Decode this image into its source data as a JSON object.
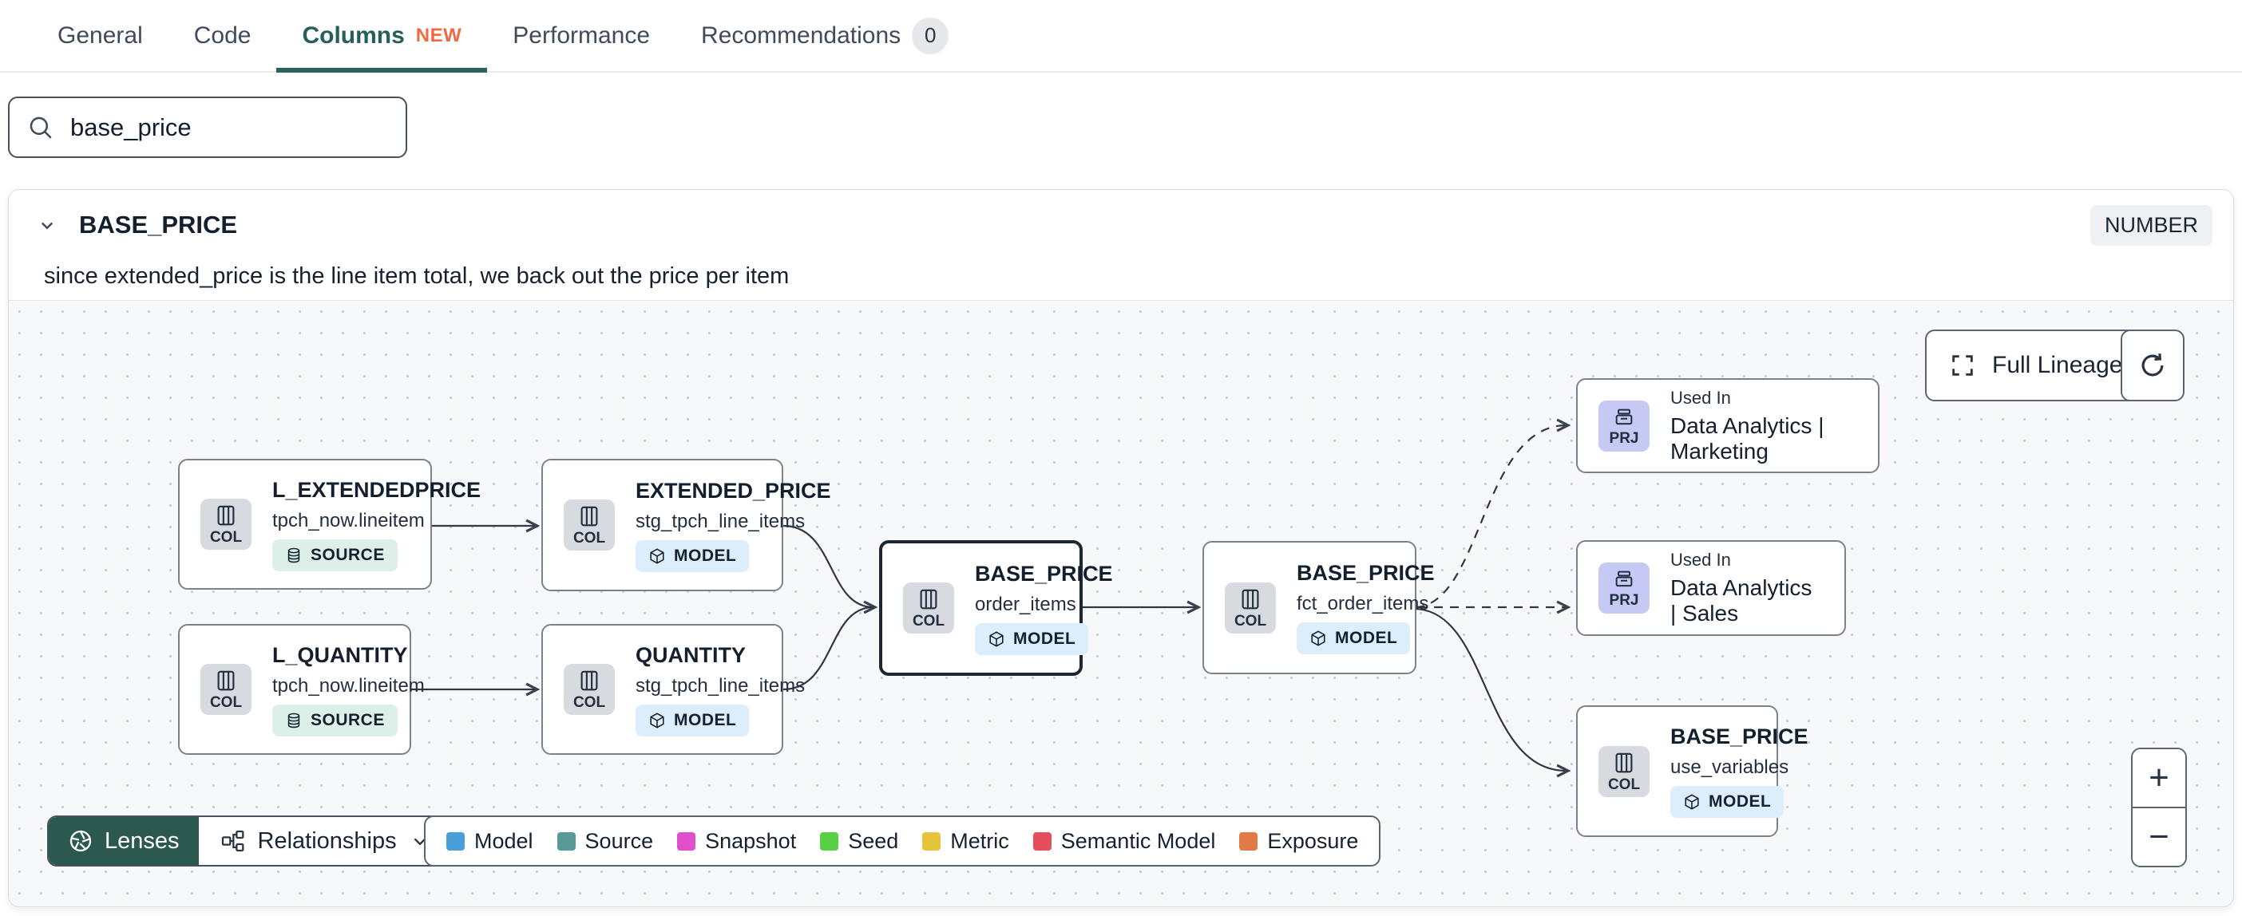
{
  "tabs": {
    "items": [
      {
        "label": "General"
      },
      {
        "label": "Code"
      },
      {
        "label": "Columns",
        "badge": "NEW"
      },
      {
        "label": "Performance"
      },
      {
        "label": "Recommendations",
        "count": "0"
      }
    ]
  },
  "search": {
    "value": "base_price"
  },
  "column_card": {
    "name": "BASE_PRICE",
    "type_badge": "NUMBER",
    "description": "since extended_price is the line item total, we back out the price per item"
  },
  "lineage": {
    "nodes": [
      {
        "kind": "COL",
        "title": "L_EXTENDEDPRICE",
        "subtitle": "tpch_now.lineitem",
        "badge": "SOURCE"
      },
      {
        "kind": "COL",
        "title": "L_QUANTITY",
        "subtitle": "tpch_now.lineitem",
        "badge": "SOURCE"
      },
      {
        "kind": "COL",
        "title": "EXTENDED_PRICE",
        "subtitle": "stg_tpch_line_items",
        "badge": "MODEL"
      },
      {
        "kind": "COL",
        "title": "QUANTITY",
        "subtitle": "stg_tpch_line_items",
        "badge": "MODEL"
      },
      {
        "kind": "COL",
        "title": "BASE_PRICE",
        "subtitle": "order_items",
        "badge": "MODEL"
      },
      {
        "kind": "COL",
        "title": "BASE_PRICE",
        "subtitle": "fct_order_items",
        "badge": "MODEL"
      },
      {
        "kind": "PRJ",
        "label": "Used In",
        "title": "Data Analytics | Marketing"
      },
      {
        "kind": "PRJ",
        "label": "Used In",
        "title": "Data Analytics | Sales"
      },
      {
        "kind": "COL",
        "title": "BASE_PRICE",
        "subtitle": "use_variables",
        "badge": "MODEL"
      }
    ],
    "toolbar": {
      "lenses": "Lenses",
      "relationships": "Relationships"
    },
    "controls": {
      "full_lineage": "Full Lineage",
      "zoom_in": "+",
      "zoom_out": "−"
    },
    "legend": {
      "items": [
        {
          "label": "Model",
          "color": "#4a9eda"
        },
        {
          "label": "Source",
          "color": "#579a98"
        },
        {
          "label": "Snapshot",
          "color": "#e050cd"
        },
        {
          "label": "Seed",
          "color": "#58cf47"
        },
        {
          "label": "Metric",
          "color": "#e5c43c"
        },
        {
          "label": "Semantic Model",
          "color": "#e54e5d"
        },
        {
          "label": "Exposure",
          "color": "#e07b45"
        }
      ]
    }
  }
}
